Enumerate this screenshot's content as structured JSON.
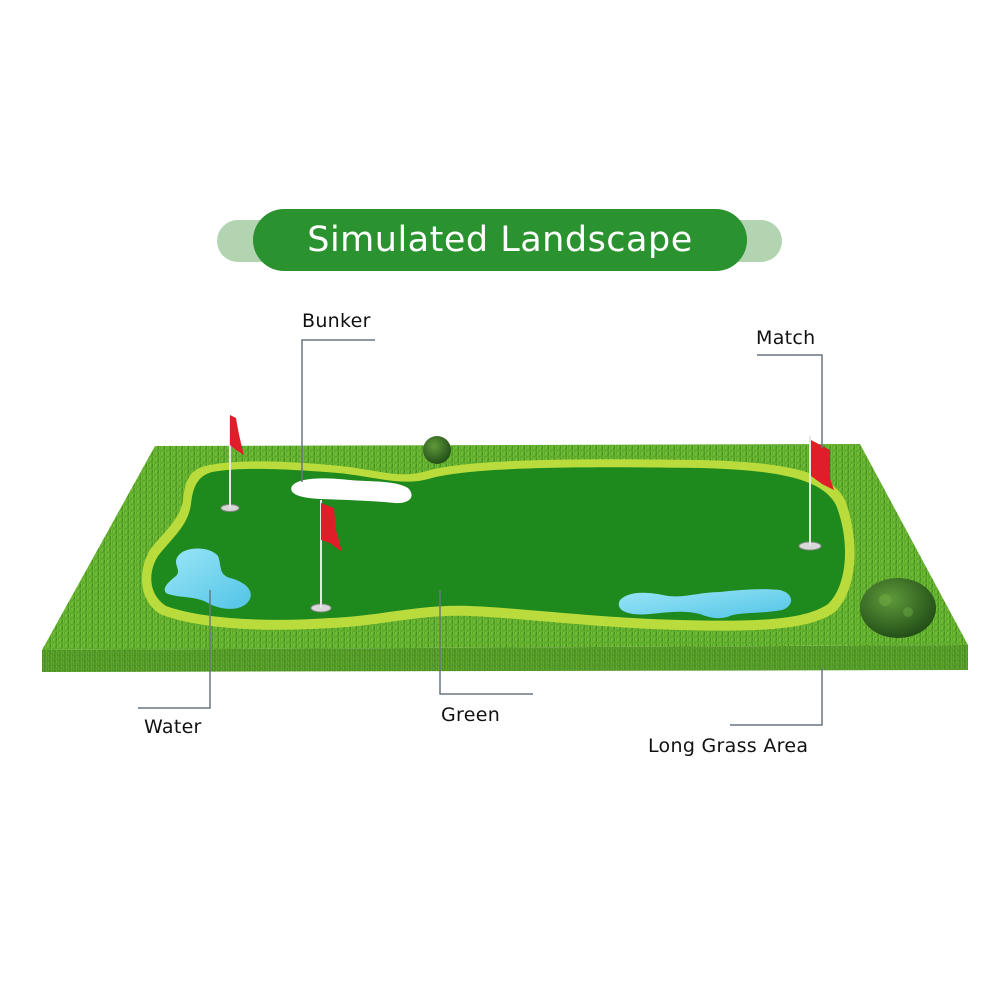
{
  "title": "Simulated Landscape",
  "colors": {
    "banner": "#2a922f",
    "banner_back": "#b3d4b0",
    "rough": "#5aa82a",
    "green": "#1e8a1e",
    "fringe": "#b9dc3c",
    "water": "#6fd3ee",
    "bunker": "#ffffff",
    "flag": "#e01e2a",
    "leader_line": "#6a7680"
  },
  "callouts": [
    {
      "id": "bunker",
      "label": "Bunker"
    },
    {
      "id": "match",
      "label": "Match"
    },
    {
      "id": "water",
      "label": "Water"
    },
    {
      "id": "green",
      "label": "Green"
    },
    {
      "id": "long-grass",
      "label": "Long Grass Area"
    }
  ]
}
